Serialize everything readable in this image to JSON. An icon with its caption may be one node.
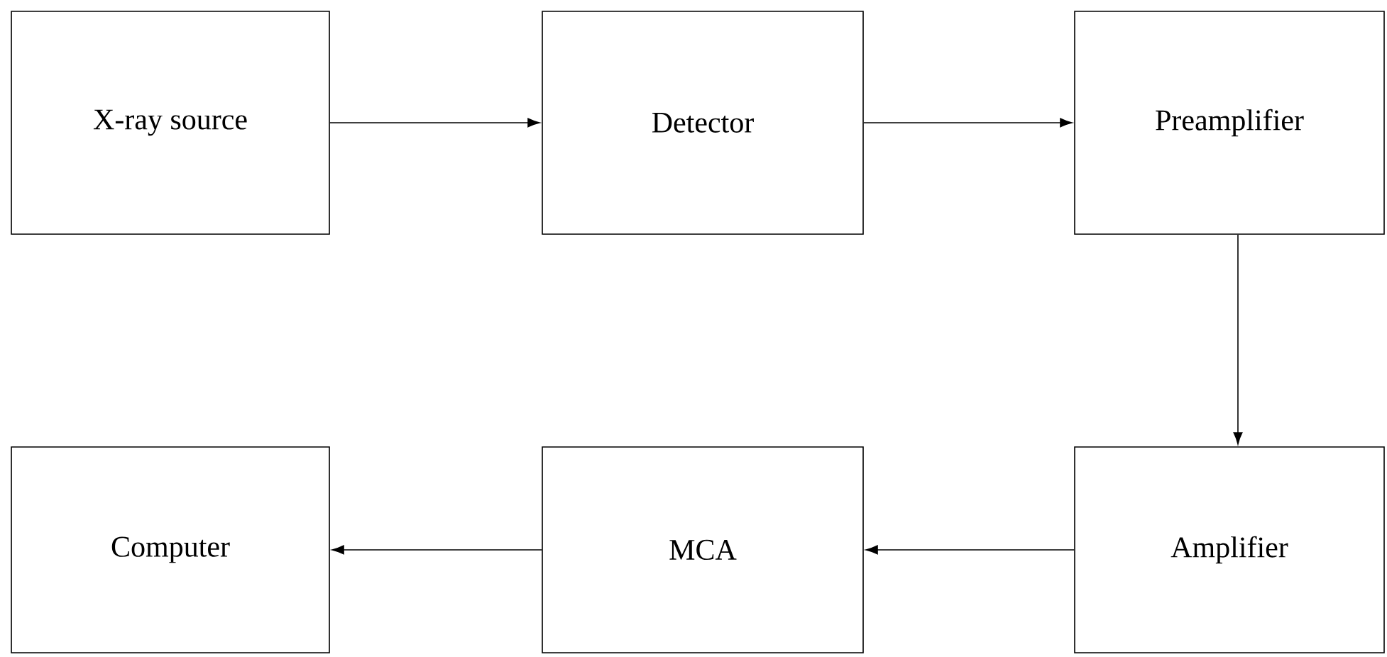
{
  "diagram": {
    "nodes": [
      {
        "text": [
          "X-ray source"
        ]
      },
      {
        "text": [
          "Detector"
        ]
      },
      {
        "text": [
          "Preamplifier"
        ]
      },
      {
        "text": [
          "Computer"
        ]
      },
      {
        "text": [
          "MCA"
        ]
      },
      {
        "text": [
          "Amplifier"
        ]
      }
    ],
    "edges": [
      {
        "from": 0,
        "to": 1,
        "arrow": "to"
      },
      {
        "from": 1,
        "to": 2,
        "arrow": "to"
      },
      {
        "from": 2,
        "to": 5,
        "arrow": "to"
      },
      {
        "from": 5,
        "to": 4,
        "arrow": "to"
      },
      {
        "from": 4,
        "to": 3,
        "arrow": "to"
      }
    ]
  }
}
